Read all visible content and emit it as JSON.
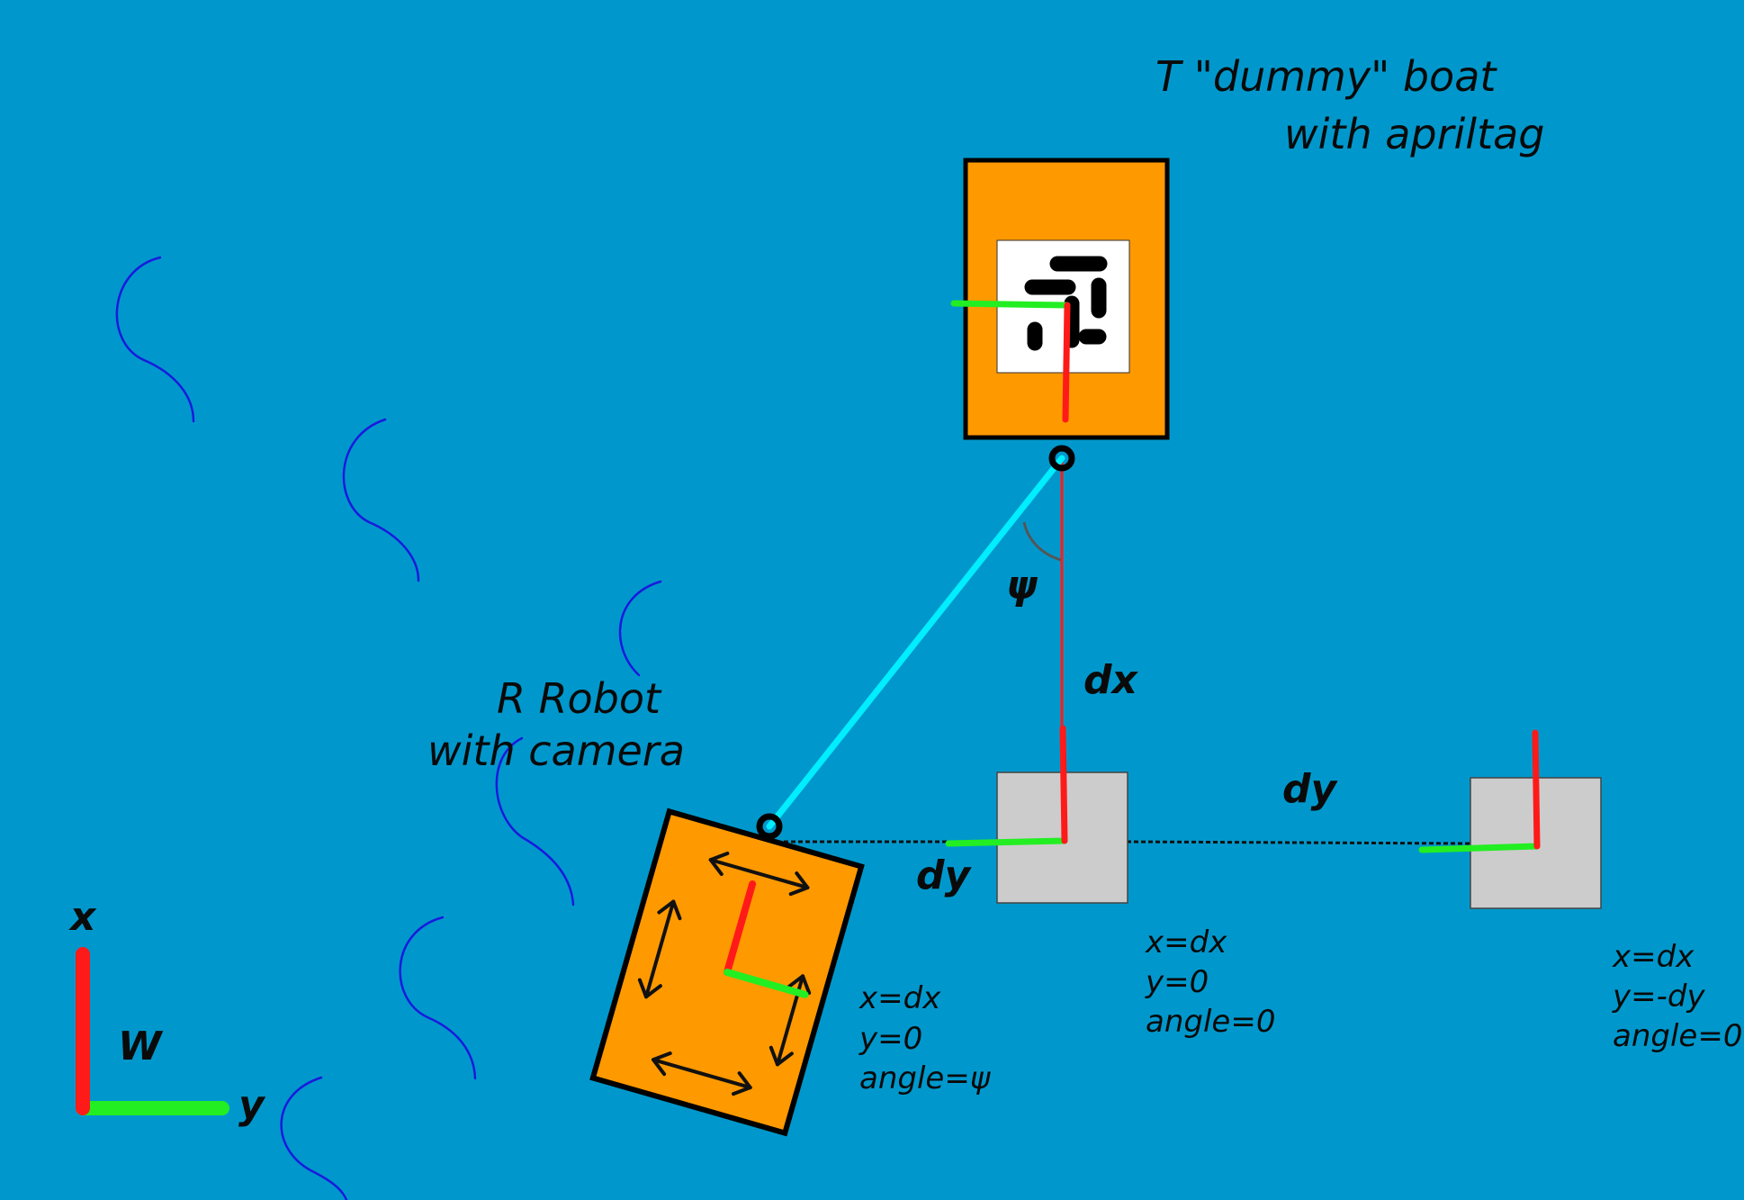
{
  "colors": {
    "water": "#0098cc",
    "boat": "#ff9900",
    "axis_x": "#ff1a1a",
    "axis_y": "#22ee22",
    "link": "#00eeff",
    "wave": "#1a1add",
    "waypoint": "#cccccc",
    "tag_bg": "#ffffff"
  },
  "labels": {
    "target_line1": "T \"dummy\" boat",
    "target_line2": "with apriltag",
    "robot_line1": "R Robot",
    "robot_line2": "with camera",
    "psi": "ψ",
    "dx": "dx",
    "dy_near": "dy",
    "dy_far": "dy",
    "world_x": "x",
    "world_y": "y",
    "world_frame": "W"
  },
  "poses": {
    "robot": {
      "line1": "x=dx",
      "line2": "y=0",
      "line3": "angle=ψ"
    },
    "waypoint_center": {
      "line1": "x=dx",
      "line2": "y=0",
      "line3": "angle=0"
    },
    "waypoint_right": {
      "line1": "x=dx",
      "line2": "y=-dy",
      "line3": "angle=0"
    }
  },
  "icons": {
    "apriltag": "apriltag-icon",
    "move_arrows": "double-arrow-icon",
    "waves": "wave-icon"
  }
}
